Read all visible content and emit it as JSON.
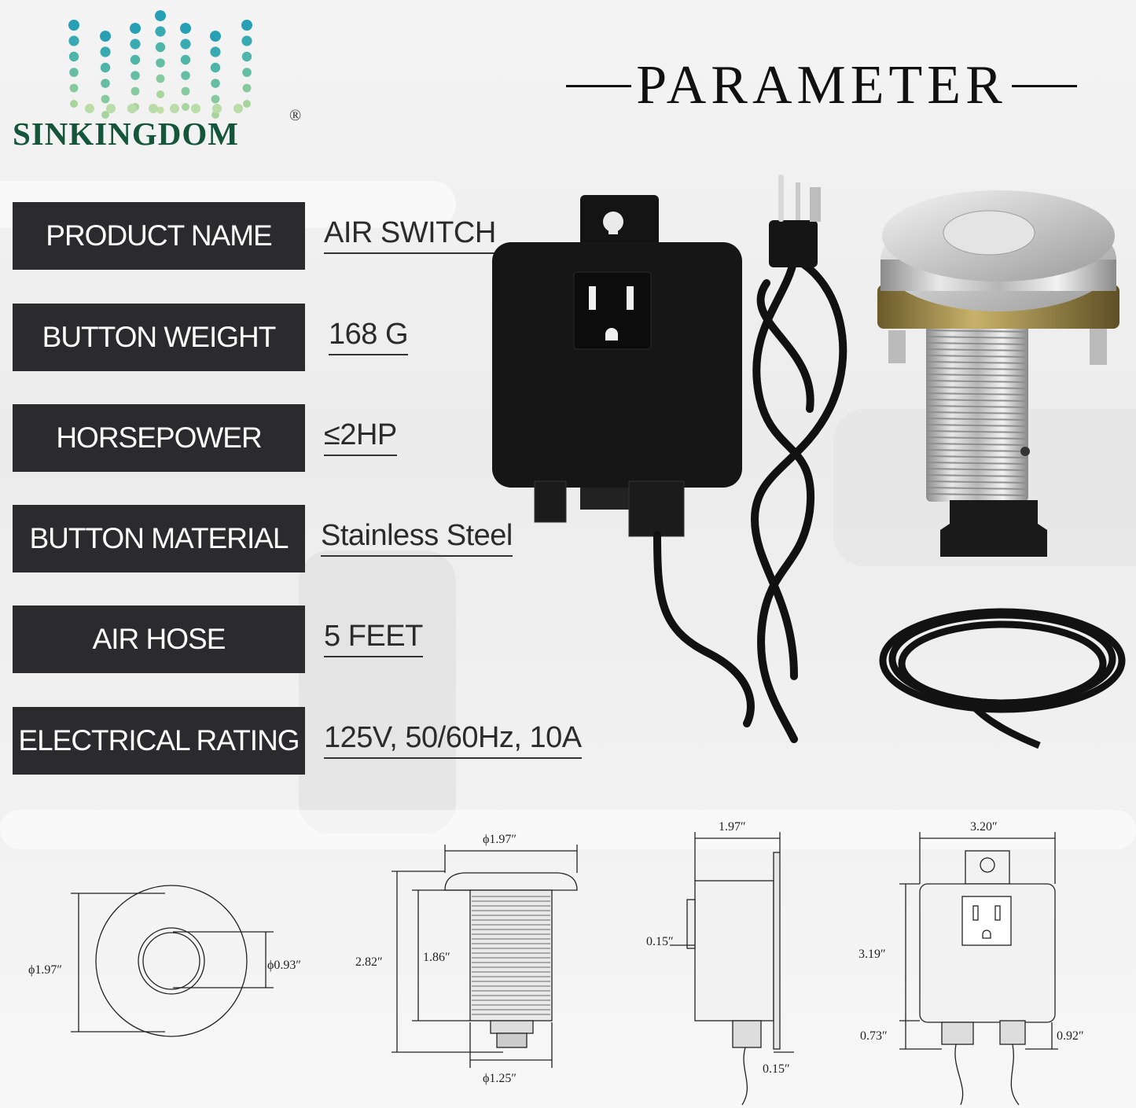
{
  "brand": {
    "name": "SINKINGDOM",
    "registered": "®"
  },
  "heading": "PARAMETER",
  "params": [
    {
      "label": "PRODUCT NAME",
      "value": "AIR SWITCH"
    },
    {
      "label": "BUTTON WEIGHT",
      "value": "168 G"
    },
    {
      "label": "HORSEPOWER",
      "value": "≤2HP"
    },
    {
      "label": "BUTTON MATERIAL",
      "value": "Stainless Steel"
    },
    {
      "label": "AIR HOSE",
      "value": "5 FEET"
    },
    {
      "label": "ELECTRICAL RATING",
      "value": "125V, 50/60Hz, 10A"
    }
  ],
  "dimensions": {
    "button_top_outer": "ϕ1.97″",
    "button_top_inner": "ϕ0.93″",
    "button_side_top": "ϕ1.97″",
    "button_side_height": "2.82″",
    "button_side_thread": "1.86″",
    "button_side_bottom": "ϕ1.25″",
    "box_side_width": "1.97″",
    "box_side_step": "0.15″",
    "box_side_bottom": "0.15″",
    "box_front_width": "3.20″",
    "box_front_height": "3.19″",
    "box_front_left_bottom": "0.73″",
    "box_front_right_bottom": "0.92″"
  }
}
